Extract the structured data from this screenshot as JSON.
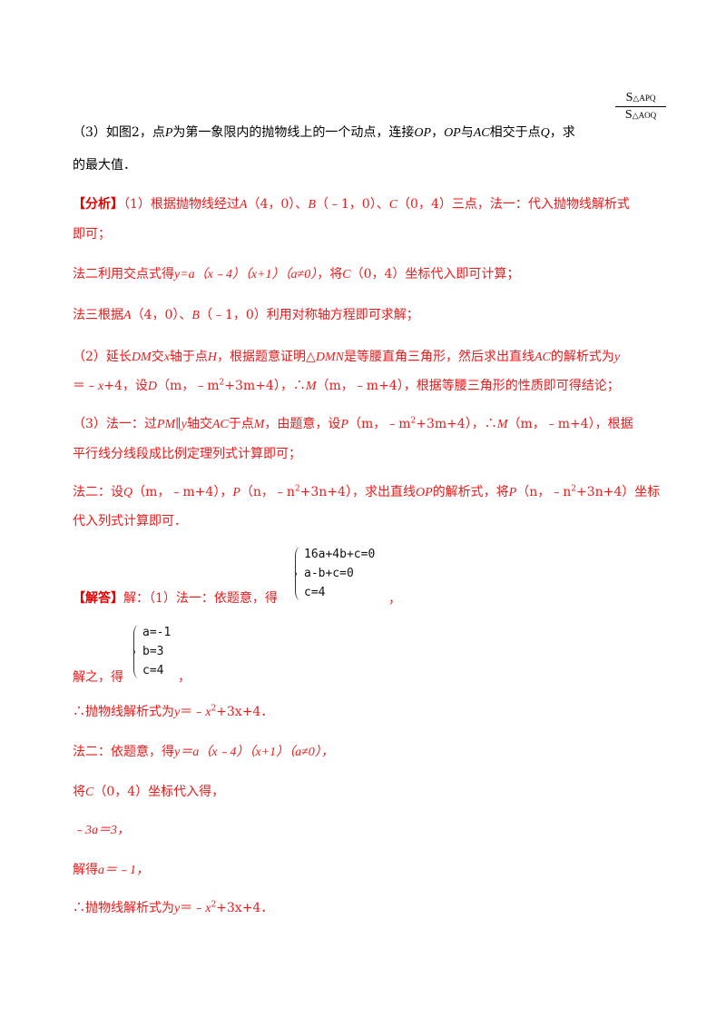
{
  "question_part3": {
    "line1": "（3）如图2，点",
    "P1": "P",
    "t1": "为第一象限内的抛物线上的一个动点，连接",
    "OP1": "OP",
    "t2": "，",
    "OP2": "OP",
    "t3": "与",
    "AC": "AC",
    "t4": "相交于点",
    "Q": "Q",
    "t5": "，求",
    "line2": "的最大值．",
    "fraction": {
      "num_S": "S",
      "num_sub": "△APQ",
      "den_S": "S",
      "den_sub": "△AOQ"
    }
  },
  "analysis": {
    "label": "【分析】",
    "p1": {
      "a": "（1）根据抛物线经过",
      "A": "A",
      "b": "（4，0）、",
      "B": "B",
      "c": "（﹣1，0）、",
      "C": "C",
      "d": "（0，4）三点，法一：代入抛物线解析式",
      "e": "即可；"
    },
    "p2": {
      "a": "法二利用交点式得",
      "eq": "y=a（x﹣4）（x+1）（a≠0）",
      "b": "，将",
      "C": "C",
      "c": "（0，4）坐标代入即可计算；"
    },
    "p3": {
      "a": "法三根据",
      "A": "A",
      "b": "（4，0）、",
      "B": "B",
      "c": "（﹣1，0）利用对称轴方程即可求解；"
    },
    "p4": {
      "a": "（2）延长",
      "DM": "DM",
      "b": "交",
      "x": "x",
      "c": "轴于点",
      "H": "H",
      "d": "，根据题意证明△",
      "DMN": "DMN",
      "e": "是等腰直角三角形，然后求出直线",
      "AC": "AC",
      "f": "的解析式为",
      "y": "y",
      "line2_a": "＝﹣",
      "line2_x": "x",
      "line2_b": "+4，设",
      "D": "D",
      "line2_c": "（m，﹣m",
      "line2_sup": "2",
      "line2_d": "+3m+4），∴",
      "M": "M",
      "line2_e": "（m，﹣m+4），根据等腰三角形的性质即可得结论；"
    },
    "p5": {
      "a": "（3）法一：过",
      "PM": "PM",
      "b": "∥",
      "y": "y",
      "c": "轴交",
      "AC": "AC",
      "d": "于点",
      "M": "M",
      "e": "，由题意，设",
      "P": "P",
      "f": "（m，﹣m",
      "sup": "2",
      "g": "+3m+4），∴",
      "M2": "M",
      "h": "（m，﹣m+4），根据",
      "line2": "平行线分线段成比例定理列式计算即可；"
    },
    "p6": {
      "a": "法二：设",
      "Q": "Q",
      "b": "（m，﹣m+4），",
      "P": "P",
      "c": "（n，﹣n",
      "sup1": "2",
      "d": "+3n+4），求出直线",
      "OP": "OP",
      "e": "的解析式，将",
      "P2": "P",
      "f": "（n，﹣n",
      "sup2": "2",
      "g": "+3n+4）坐标",
      "line2": "代入列式计算即可．"
    }
  },
  "solution": {
    "label": "【解答】",
    "intro": "解：（1）法一：依题意，得",
    "system1": [
      "16a+4b+c=0",
      "a-b+c=0",
      "c=4"
    ],
    "comma1": "，",
    "solve_text": "解之，得",
    "system2": [
      "a=-1",
      "b=3",
      "c=4"
    ],
    "comma2": "，",
    "result1_a": "∴抛物线解析式为",
    "result1_eq_a": "y",
    "result1_eq_b": "＝﹣",
    "result1_eq_x": "x",
    "result1_sup": "2",
    "result1_eq_c": "+3x+4．",
    "m2_a": "法二：依题意，得",
    "m2_eq": "y＝a（x﹣4）（x+1）（a≠0），",
    "sub_a": "将",
    "sub_C": "C",
    "sub_b": "（0，4）坐标代入得，",
    "eq_line": "﹣3a＝3，",
    "solve_a_text": "解得",
    "solve_a_val": "a＝﹣1，",
    "result2_a": "∴抛物线解析式为",
    "result2_eq_a": "y",
    "result2_eq_b": "＝﹣",
    "result2_eq_x": "x",
    "result2_sup": "2",
    "result2_eq_c": "+3x+4．"
  }
}
